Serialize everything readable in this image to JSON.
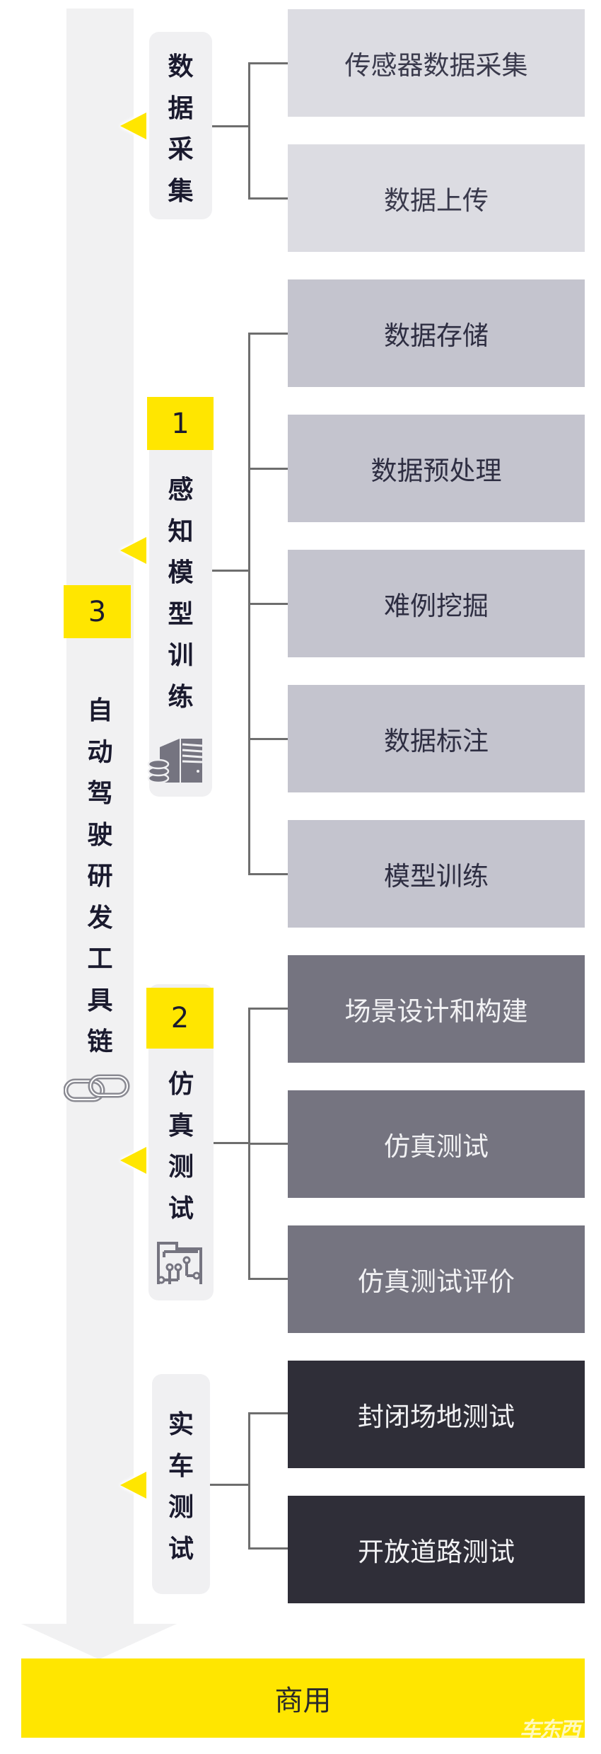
{
  "diagram": {
    "column": {
      "badge": "3",
      "title_chars": [
        "自",
        "动",
        "驾",
        "驶",
        "研",
        "发",
        "工",
        "具",
        "链"
      ],
      "title": "自动驾驶研发工具链",
      "icon": "chain-link-icon"
    },
    "stages": [
      {
        "id": "data-collection",
        "badge": null,
        "title": "数据采集",
        "title_chars": [
          "数",
          "据",
          "采",
          "集"
        ],
        "icon": null,
        "color": "#dcdce2",
        "steps": [
          "传感器数据采集",
          "数据上传"
        ]
      },
      {
        "id": "perception-training",
        "badge": "1",
        "title": "感知模型训练",
        "title_chars": [
          "感",
          "知",
          "模",
          "型",
          "训",
          "练"
        ],
        "icon": "server-database-icon",
        "color": "#c4c4ce",
        "steps": [
          "数据存储",
          "数据预处理",
          "难例挖掘",
          "数据标注",
          "模型训练"
        ]
      },
      {
        "id": "simulation-testing",
        "badge": "2",
        "title": "仿真测试",
        "title_chars": [
          "仿",
          "真",
          "测",
          "试"
        ],
        "icon": "folder-circuit-icon",
        "color": "#757480",
        "steps": [
          "场景设计和构建",
          "仿真测试",
          "仿真测试评价"
        ]
      },
      {
        "id": "real-vehicle-testing",
        "badge": null,
        "title": "实车测试",
        "title_chars": [
          "实",
          "车",
          "测",
          "试"
        ],
        "icon": null,
        "color": "#2f2e38",
        "steps": [
          "封闭场地测试",
          "开放道路测试"
        ]
      }
    ],
    "final": "商用",
    "watermark": "车东西",
    "colors": {
      "accent_yellow": "#ffe600",
      "column_bg": "#f1f1f2",
      "card_bg": "#f0f0f2",
      "connector": "#6e6e6e"
    }
  }
}
